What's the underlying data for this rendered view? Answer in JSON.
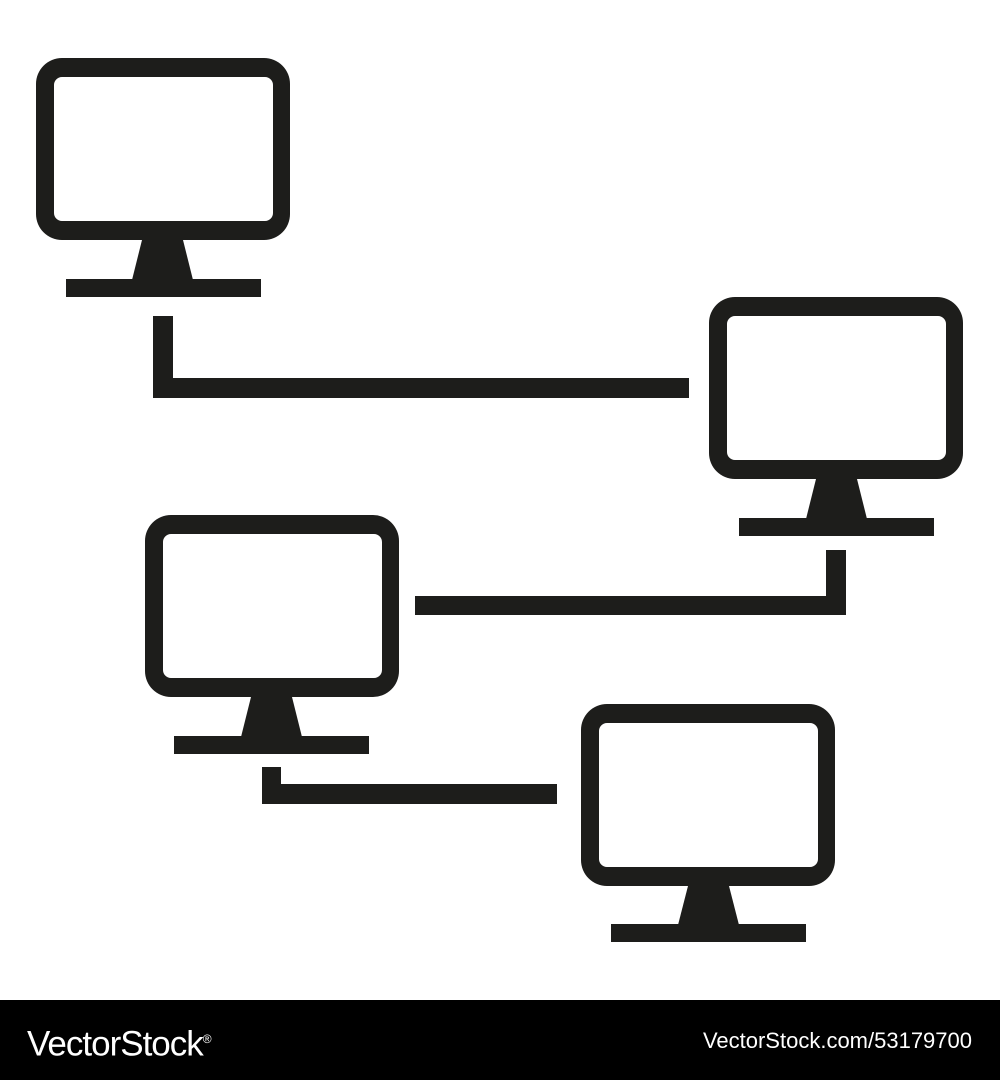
{
  "diagram": {
    "nodes": [
      {
        "id": "computer-1",
        "icon": "monitor-icon"
      },
      {
        "id": "computer-2",
        "icon": "monitor-icon"
      },
      {
        "id": "computer-3",
        "icon": "monitor-icon"
      },
      {
        "id": "computer-4",
        "icon": "monitor-icon"
      }
    ],
    "links": [
      {
        "from": "computer-1",
        "to": "computer-2"
      },
      {
        "from": "computer-2",
        "to": "computer-3"
      },
      {
        "from": "computer-3",
        "to": "computer-4"
      }
    ],
    "stroke_color": "#1d1d1b",
    "background_color": "#ffffff"
  },
  "watermark": {
    "logo_text": "VectorStock",
    "logo_mark": "®",
    "image_id": "VectorStock.com/53179700",
    "bar_color": "#000000",
    "text_color": "#ffffff"
  }
}
